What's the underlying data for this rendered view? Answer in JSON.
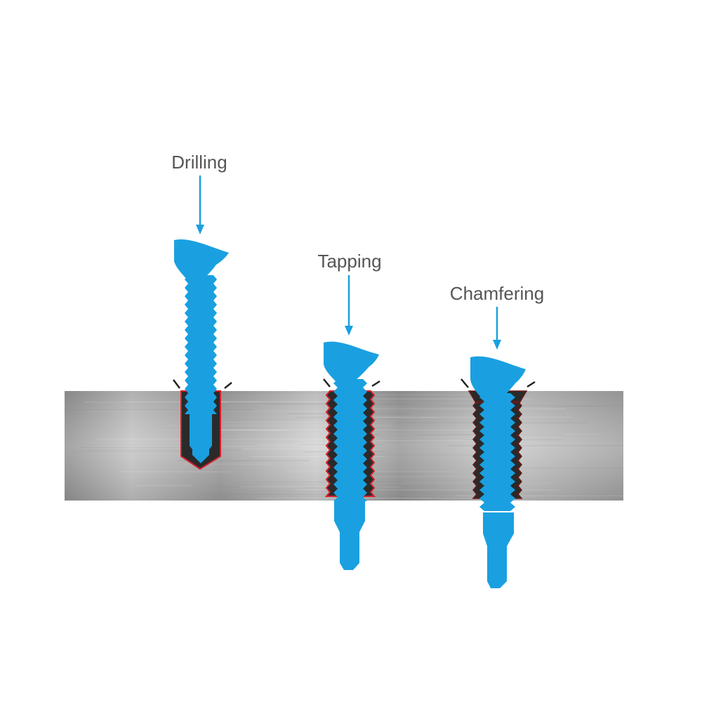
{
  "labels": {
    "drilling": "Drilling",
    "tapping": "Tapping",
    "chamfering": "Chamfering"
  },
  "colors": {
    "screw": "#1aa0e0",
    "arrow": "#1aa0e0",
    "label": "#555555",
    "plate_dark": "#8f8f8f",
    "plate_light": "#d4d4d4",
    "hole": "#2b2b2b",
    "hole_edge": "#d81e2a"
  }
}
